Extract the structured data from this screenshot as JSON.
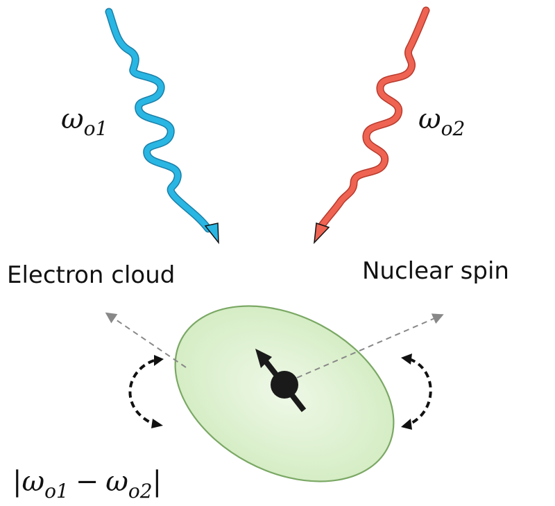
{
  "labels": {
    "photon1": {
      "symbol": "ω",
      "subscript": "o1"
    },
    "photon2": {
      "symbol": "ω",
      "subscript": "o2"
    },
    "electron_cloud": "Electron cloud",
    "nuclear_spin": "Nuclear spin",
    "difference": {
      "open": "|",
      "a_symbol": "ω",
      "a_sub": "o1",
      "op": "−",
      "b_symbol": "ω",
      "b_sub": "o2",
      "close": "|"
    }
  },
  "colors": {
    "photon1": "#29b6e3",
    "photon2": "#ee6352",
    "cloud_fill": "#cfeabd",
    "cloud_stroke": "#7aa864",
    "pointer": "#888888",
    "nucleus": "#1a1a1a"
  }
}
